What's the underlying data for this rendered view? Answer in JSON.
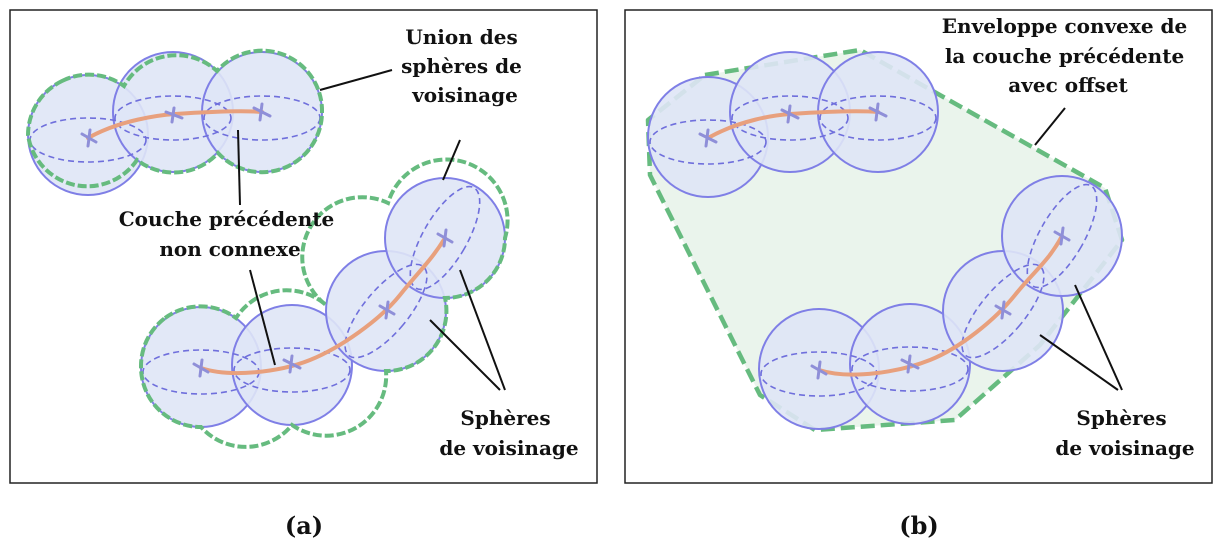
{
  "panel_a": {
    "label_union": [
      "Union des",
      "sphères de",
      "voisinage"
    ],
    "label_layer": [
      "Couche précédente",
      "non connexe"
    ],
    "label_spheres": [
      "Sphères",
      "de voisinage"
    ],
    "caption": "(a)"
  },
  "panel_b": {
    "label_hull": [
      "Enveloppe convexe de",
      "la couche précédente",
      "avec offset"
    ],
    "label_spheres": [
      "Sphères",
      "de voisinage"
    ],
    "caption": "(b)"
  },
  "colors": {
    "sphere_fill": "#dfe6f6",
    "sphere_stroke": "#7f7fe6",
    "union_dashed": "#66bb7f",
    "hull_fill": "#eaf4ec",
    "curve": "#e8a07d"
  }
}
